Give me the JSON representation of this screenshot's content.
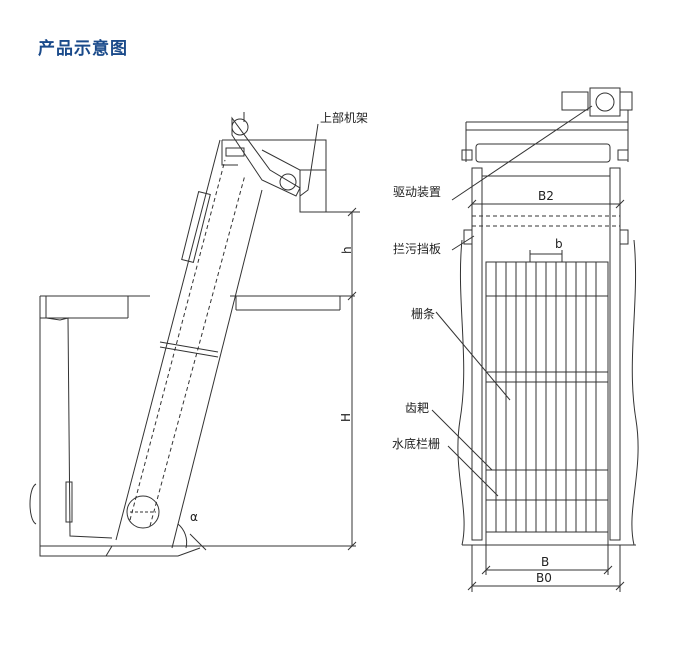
{
  "page": {
    "title": "产品示意图",
    "top_fragment": "˙ ‾ · ˙ · ·"
  },
  "diagram": {
    "labels": {
      "upper_frame": "上部机架",
      "drive_device": "驱动装置",
      "baffle": "拦污挡板",
      "grid_bars": "栅条",
      "rake_teeth": "齿耙",
      "bottom_grid": "水底栏栅"
    },
    "dimensions": {
      "h": "h",
      "H": "H",
      "alpha": "α",
      "B2": "B2",
      "b": "b",
      "B": "B",
      "B0": "B0"
    }
  },
  "colors": {
    "title": "#1a4a8a",
    "line": "#333333",
    "label": "#222222"
  }
}
